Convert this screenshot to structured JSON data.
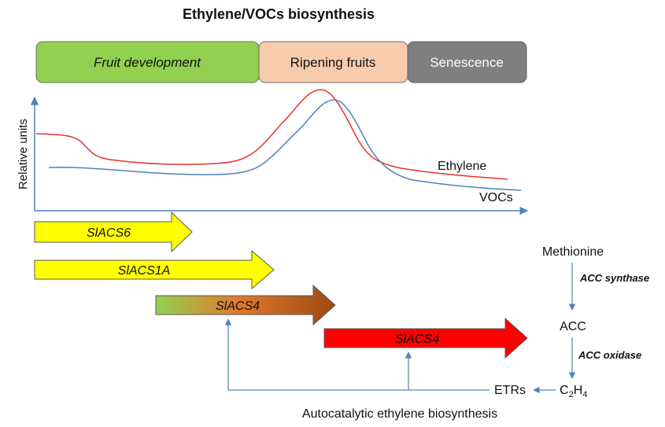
{
  "title": "Ethylene/VOCs biosynthesis",
  "stages": [
    {
      "label": "Fruit development",
      "color": "#92d050"
    },
    {
      "label": "Ripening fruits",
      "color": "#f8cbad"
    },
    {
      "label": "Senescence",
      "color": "#7f7f7f"
    }
  ],
  "plot": {
    "ylabel": "Relative units",
    "curves": [
      {
        "name": "Ethylene",
        "color": "#e8322b"
      },
      {
        "name": "VOCs",
        "color": "#4f81bd"
      }
    ]
  },
  "genes": [
    {
      "label": "SlACS6",
      "fill": "#ffff00"
    },
    {
      "label": "SlACS1A",
      "fill": "#ffff00"
    },
    {
      "label": "SlACS4",
      "fill": "gradient-green-orange-brown"
    },
    {
      "label": "SlACS4",
      "fill": "#ff0000"
    }
  ],
  "pathway": {
    "methionine": "Methionine",
    "acc_synthase": "ACC synthase",
    "acc": "ACC",
    "acc_oxidase": "ACC oxidase",
    "c2h4_main": "C",
    "c2h4_sub1": "2",
    "c2h4_mid": "H",
    "c2h4_sub2": "4",
    "etrs": "ETRs"
  },
  "caption": "Autocatalytic ethylene biosynthesis",
  "colors": {
    "axis": "#4f81bd",
    "arrow_outline": "#595959"
  }
}
